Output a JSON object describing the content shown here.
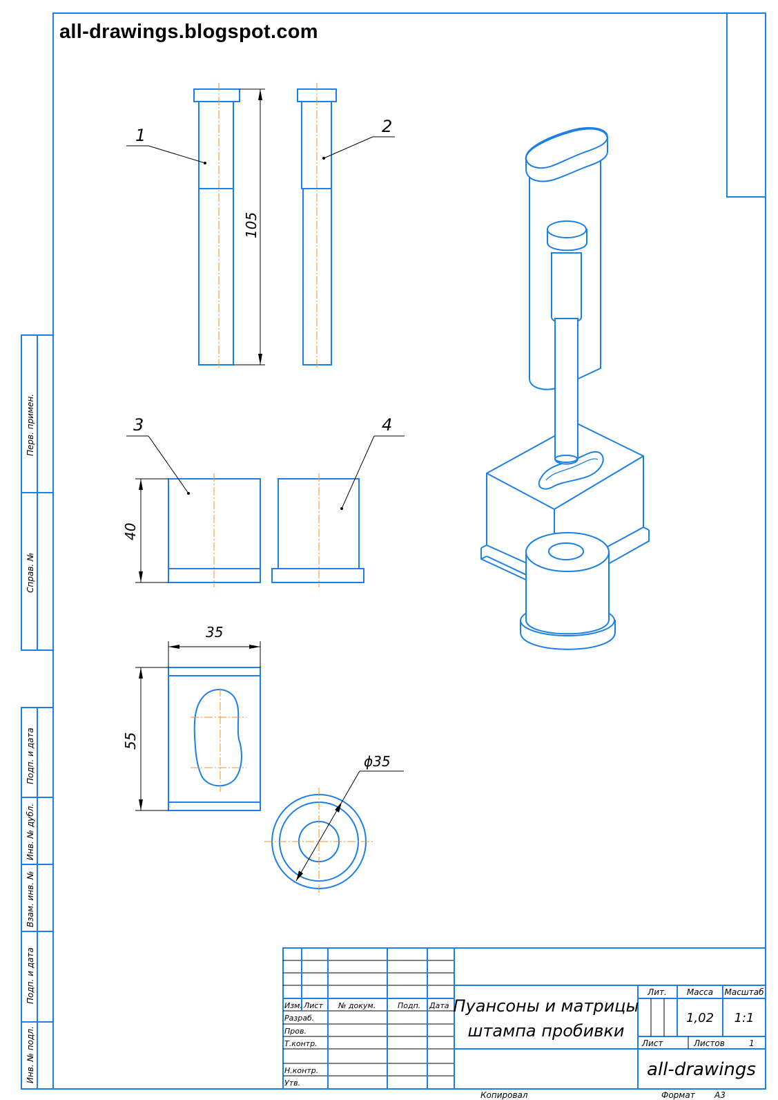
{
  "header": {
    "site": "all-drawings.blogspot.com"
  },
  "parts": {
    "p1": "1",
    "p2": "2",
    "p3": "3",
    "p4": "4"
  },
  "dimensions": {
    "length_punch": "105",
    "height_die": "40",
    "width_plate": "35",
    "height_plate": "55",
    "diameter": "ϕ35"
  },
  "side_stamps": [
    "Перв. примен.",
    "Справ. №",
    "Подп. и дата",
    "Инв. № дубл.",
    "Взам. инв. №",
    "Подп. и дата",
    "Инв. № подл."
  ],
  "title_block": {
    "col_headers": [
      "Изм.",
      "Лист",
      "№ докум.",
      "Подп.",
      "Дата"
    ],
    "roles": [
      "Разраб.",
      "Пров.",
      "Т.контр.",
      "Н.контр.",
      "Утв."
    ],
    "title_line1": "Пуансоны и матрицы",
    "title_line2": "штампа пробивки",
    "lit_label": "Лит.",
    "mass_label": "Масса",
    "scale_label": "Масштаб",
    "mass_value": "1,02",
    "scale_value": "1:1",
    "sheet_label": "Лист",
    "sheets_label": "Листов",
    "sheets_value": "1",
    "org": "all-drawings"
  },
  "footer": {
    "copied": "Копировал",
    "format_label": "Формат",
    "format_value": "A3"
  }
}
